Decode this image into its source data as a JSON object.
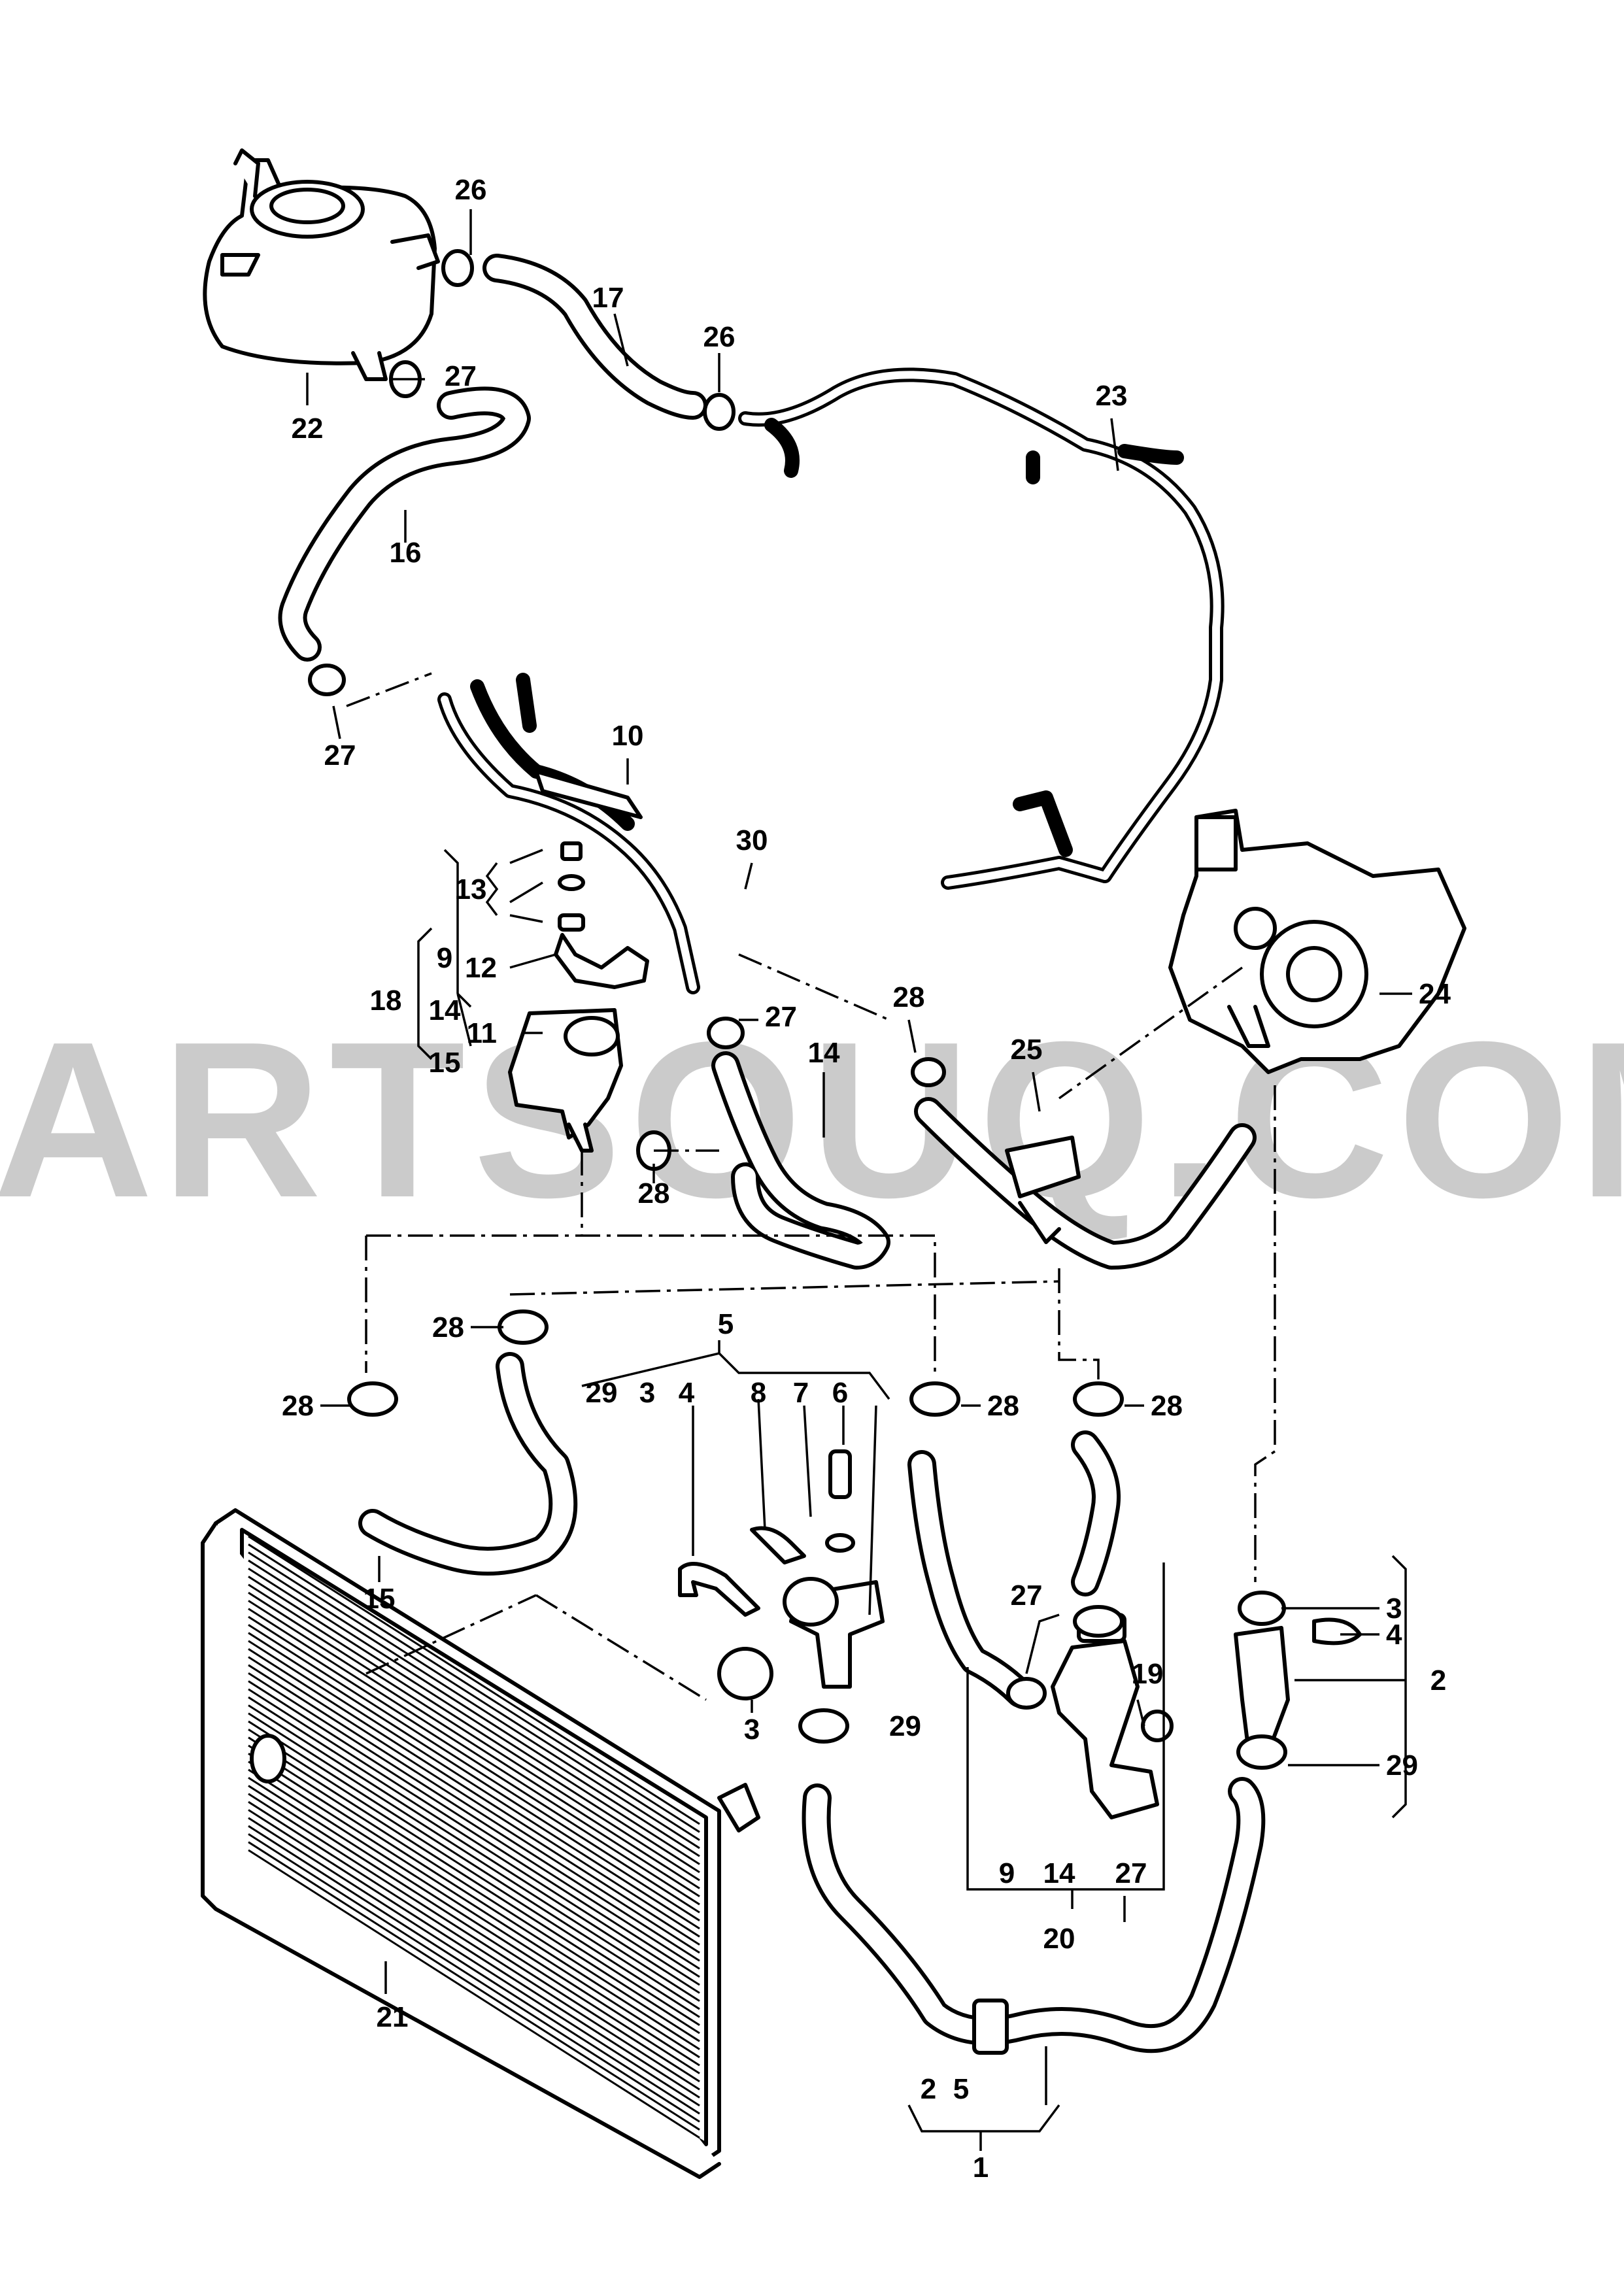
{
  "watermark": "PARTSOUQ.COM",
  "labels": {
    "l26a": "26",
    "l17": "17",
    "l26b": "26",
    "l23": "23",
    "l27a": "27",
    "l22": "22",
    "l16": "16",
    "l27b": "27",
    "l10": "10",
    "l30": "30",
    "l13": "13",
    "l9a": "9",
    "l12": "12",
    "l18": "18",
    "l14a": "14",
    "l11": "11",
    "l15a": "15",
    "l27c": "27",
    "l28a": "28",
    "l25": "25",
    "l24": "24",
    "l14b": "14",
    "l28b": "28",
    "l28c": "28",
    "l28d": "28",
    "l5a": "5",
    "l29a": "29",
    "l3a": "3",
    "l4a": "4",
    "l8": "8",
    "l7": "7",
    "l6": "6",
    "l28e": "28",
    "l28f": "28",
    "l15b": "15",
    "l3b": "3",
    "l4b": "4",
    "l27d": "27",
    "l19": "19",
    "l2a": "2",
    "l3c": "3",
    "l29b": "29",
    "l29c": "29",
    "l9b": "9",
    "l14c": "14",
    "l27e": "27",
    "l20": "20",
    "l21": "21",
    "l2b": "2",
    "l5b": "5",
    "l1": "1"
  }
}
